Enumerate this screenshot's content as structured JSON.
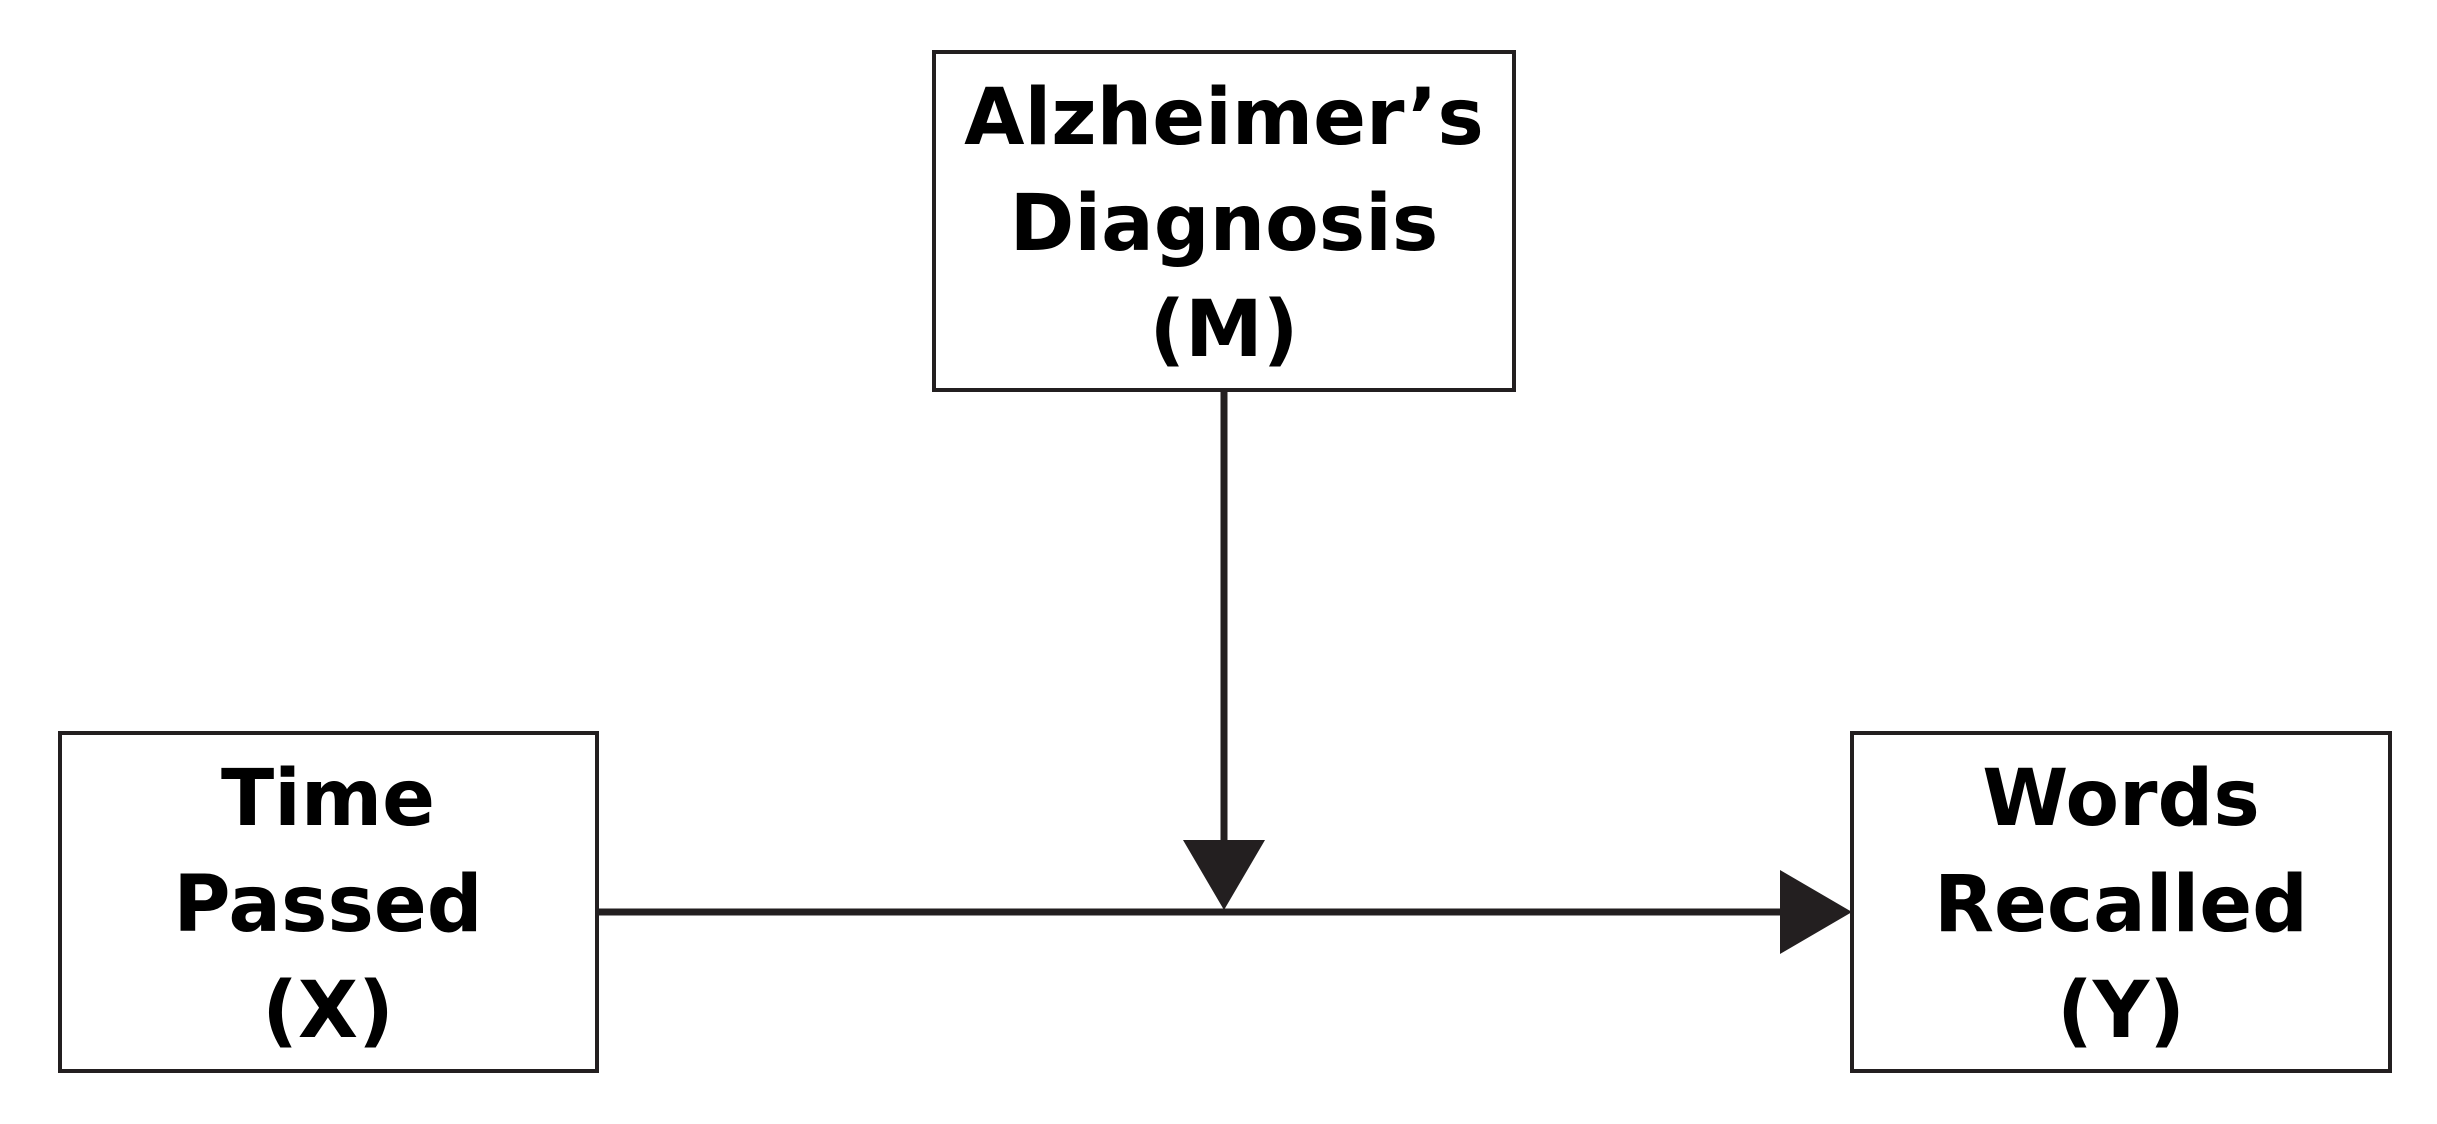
{
  "nodes": {
    "moderator": {
      "lines": [
        "Alzheimer’s",
        "Diagnosis",
        "(M)"
      ]
    },
    "predictor": {
      "lines": [
        "Time",
        "Passed",
        "(X)"
      ]
    },
    "outcome": {
      "lines": [
        "Words",
        "Recalled",
        "(Y)"
      ]
    }
  },
  "colors": {
    "stroke": "#231f20",
    "text": "#000000",
    "background": "#ffffff"
  }
}
